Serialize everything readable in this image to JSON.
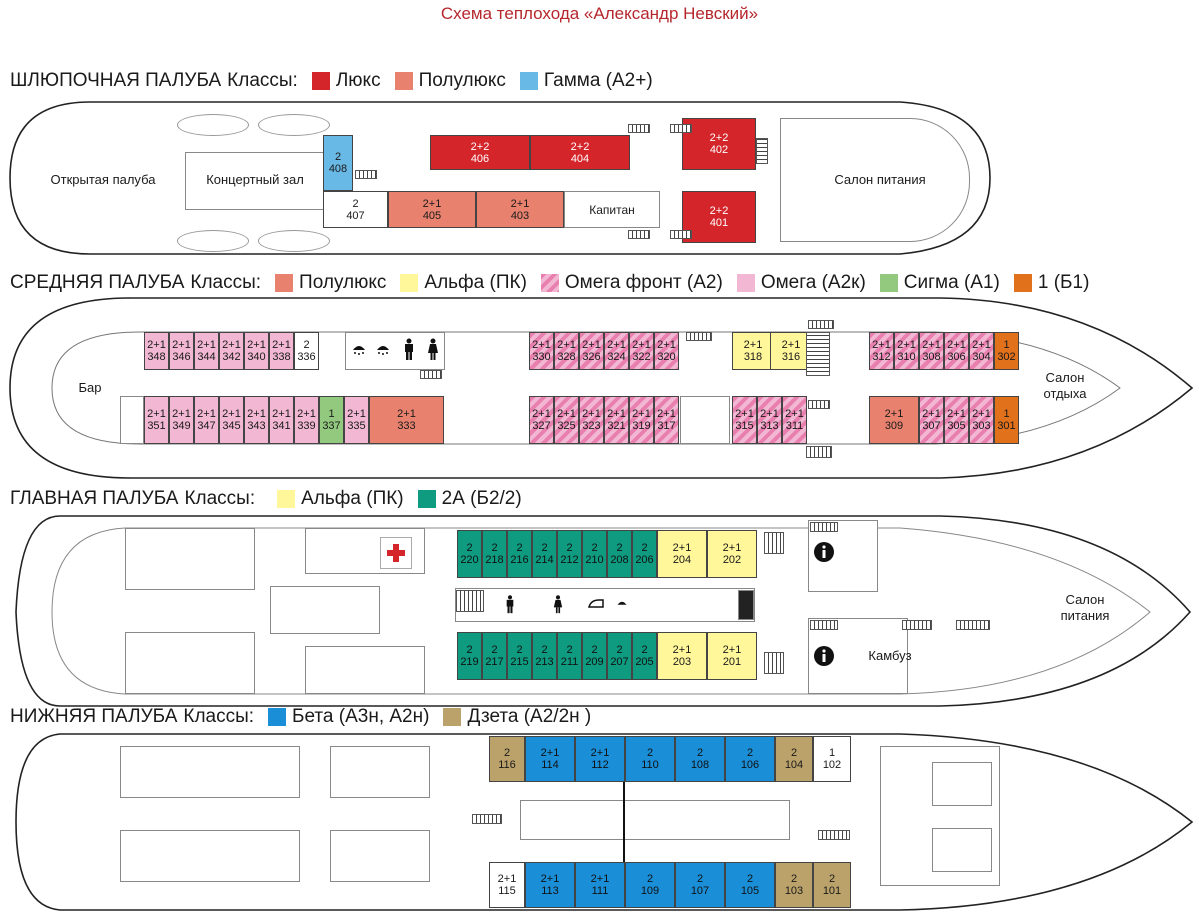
{
  "title": "Схема теплохода «Александр Невский»",
  "colors": {
    "lux": "#d4252b",
    "semilux": "#e8826e",
    "gamma": "#69b9e6",
    "alpha": "#fff79a",
    "omega_front": "#e87fae",
    "omega": "#f2b8d3",
    "sigma": "#93c97e",
    "one": "#e2711c",
    "twoA": "#0e9b80",
    "beta": "#1b8ed8",
    "zeta": "#bba26a"
  },
  "boat": {
    "classes_word": "Классы:",
    "name": "ШЛЮПОЧНАЯ ПАЛУБА",
    "legend": [
      {
        "label": "Люкс",
        "color": "#d4252b"
      },
      {
        "label": "Полулюкс",
        "color": "#e8826e"
      },
      {
        "label": "Гамма (А2+)",
        "color": "#69b9e6"
      }
    ],
    "areas": {
      "open": "Открытая палуба",
      "concert": "Концертный зал",
      "captain": "Капитан",
      "dining": "Салон питания"
    },
    "cabins": [
      {
        "type": "2",
        "num": "408"
      },
      {
        "type": "2+2",
        "num": "406"
      },
      {
        "type": "2+2",
        "num": "404"
      },
      {
        "type": "2+2",
        "num": "402"
      },
      {
        "type": "2",
        "num": "407"
      },
      {
        "type": "2+1",
        "num": "405"
      },
      {
        "type": "2+1",
        "num": "403"
      },
      {
        "type": "2+2",
        "num": "401"
      }
    ]
  },
  "middle": {
    "classes_word": "Классы:",
    "name": "СРЕДНЯЯ ПАЛУБА",
    "legend": [
      {
        "label": "Полулюкс",
        "color": "#e8826e"
      },
      {
        "label": "Альфа (ПК)",
        "color": "#fff79a"
      },
      {
        "label": "Омега фронт (А2)",
        "color": "#e87fae"
      },
      {
        "label": "Омега (А2к)",
        "color": "#f2b8d3"
      },
      {
        "label": "Сигма (А1)",
        "color": "#93c97e"
      },
      {
        "label": "1 (Б1)",
        "color": "#e2711c"
      }
    ],
    "areas": {
      "bar": "Бар",
      "lounge": "Салон\nотдыха"
    },
    "cabins_top_aft": [
      {
        "type": "2+1",
        "num": "348"
      },
      {
        "type": "2+1",
        "num": "346"
      },
      {
        "type": "2+1",
        "num": "344"
      },
      {
        "type": "2+1",
        "num": "342"
      },
      {
        "type": "2+1",
        "num": "340"
      },
      {
        "type": "2+1",
        "num": "338"
      },
      {
        "type": "2",
        "num": "336"
      }
    ],
    "cabins_bottom_aft": [
      {
        "type": "2+1",
        "num": "351"
      },
      {
        "type": "2+1",
        "num": "349"
      },
      {
        "type": "2+1",
        "num": "347"
      },
      {
        "type": "2+1",
        "num": "345"
      },
      {
        "type": "2+1",
        "num": "343"
      },
      {
        "type": "2+1",
        "num": "341"
      },
      {
        "type": "2+1",
        "num": "339"
      },
      {
        "type": "1",
        "num": "337"
      },
      {
        "type": "2+1",
        "num": "335"
      },
      {
        "type": "2+1",
        "num": "333"
      }
    ],
    "cabins_top_mid": [
      {
        "type": "2+1",
        "num": "330"
      },
      {
        "type": "2+1",
        "num": "328"
      },
      {
        "type": "2+1",
        "num": "326"
      },
      {
        "type": "2+1",
        "num": "324"
      },
      {
        "type": "2+1",
        "num": "322"
      },
      {
        "type": "2+1",
        "num": "320"
      },
      {
        "type": "2+1",
        "num": "318"
      },
      {
        "type": "2+1",
        "num": "316"
      }
    ],
    "cabins_bottom_mid": [
      {
        "type": "2+1",
        "num": "327"
      },
      {
        "type": "2+1",
        "num": "325"
      },
      {
        "type": "2+1",
        "num": "323"
      },
      {
        "type": "2+1",
        "num": "321"
      },
      {
        "type": "2+1",
        "num": "319"
      },
      {
        "type": "2+1",
        "num": "317"
      },
      {
        "type": "2+1",
        "num": "315"
      },
      {
        "type": "2+1",
        "num": "313"
      },
      {
        "type": "2+1",
        "num": "311"
      }
    ],
    "cabins_top_fwd": [
      {
        "type": "2+1",
        "num": "312"
      },
      {
        "type": "2+1",
        "num": "310"
      },
      {
        "type": "2+1",
        "num": "308"
      },
      {
        "type": "2+1",
        "num": "306"
      },
      {
        "type": "2+1",
        "num": "304"
      },
      {
        "type": "1",
        "num": "302"
      }
    ],
    "cabins_bottom_fwd": [
      {
        "type": "2+1",
        "num": "309"
      },
      {
        "type": "2+1",
        "num": "307"
      },
      {
        "type": "2+1",
        "num": "305"
      },
      {
        "type": "2+1",
        "num": "303"
      },
      {
        "type": "1",
        "num": "301"
      }
    ]
  },
  "main": {
    "classes_word": "Классы:",
    "name": "ГЛАВНАЯ ПАЛУБА",
    "legend": [
      {
        "label": "Альфа (ПК)",
        "color": "#fff79a"
      },
      {
        "label": "2А (Б2/2)",
        "color": "#0e9b80"
      }
    ],
    "areas": {
      "dining": "Салон\nпитания",
      "galley": "Камбуз"
    },
    "cabins_top": [
      {
        "type": "2",
        "num": "220"
      },
      {
        "type": "2",
        "num": "218"
      },
      {
        "type": "2",
        "num": "216"
      },
      {
        "type": "2",
        "num": "214"
      },
      {
        "type": "2",
        "num": "212"
      },
      {
        "type": "2",
        "num": "210"
      },
      {
        "type": "2",
        "num": "208"
      },
      {
        "type": "2",
        "num": "206"
      },
      {
        "type": "2+1",
        "num": "204"
      },
      {
        "type": "2+1",
        "num": "202"
      }
    ],
    "cabins_bottom": [
      {
        "type": "2",
        "num": "219"
      },
      {
        "type": "2",
        "num": "217"
      },
      {
        "type": "2",
        "num": "215"
      },
      {
        "type": "2",
        "num": "213"
      },
      {
        "type": "2",
        "num": "211"
      },
      {
        "type": "2",
        "num": "209"
      },
      {
        "type": "2",
        "num": "207"
      },
      {
        "type": "2",
        "num": "205"
      },
      {
        "type": "2+1",
        "num": "203"
      },
      {
        "type": "2+1",
        "num": "201"
      }
    ]
  },
  "lower": {
    "classes_word": "Классы:",
    "name": "НИЖНЯЯ ПАЛУБА",
    "legend": [
      {
        "label": "Бета (А3н, А2н)",
        "color": "#1b8ed8"
      },
      {
        "label": "Дзета (А2/2н )",
        "color": "#bba26a"
      }
    ],
    "cabins_top": [
      {
        "type": "2",
        "num": "116"
      },
      {
        "type": "2+1",
        "num": "114"
      },
      {
        "type": "2+1",
        "num": "112"
      },
      {
        "type": "2",
        "num": "110"
      },
      {
        "type": "2",
        "num": "108"
      },
      {
        "type": "2",
        "num": "106"
      },
      {
        "type": "2",
        "num": "104"
      },
      {
        "type": "1",
        "num": "102"
      }
    ],
    "cabins_bottom": [
      {
        "type": "2+1",
        "num": "115"
      },
      {
        "type": "2+1",
        "num": "113"
      },
      {
        "type": "2+1",
        "num": "111"
      },
      {
        "type": "2",
        "num": "109"
      },
      {
        "type": "2",
        "num": "107"
      },
      {
        "type": "2",
        "num": "105"
      },
      {
        "type": "2",
        "num": "103"
      },
      {
        "type": "2",
        "num": "101"
      }
    ]
  }
}
